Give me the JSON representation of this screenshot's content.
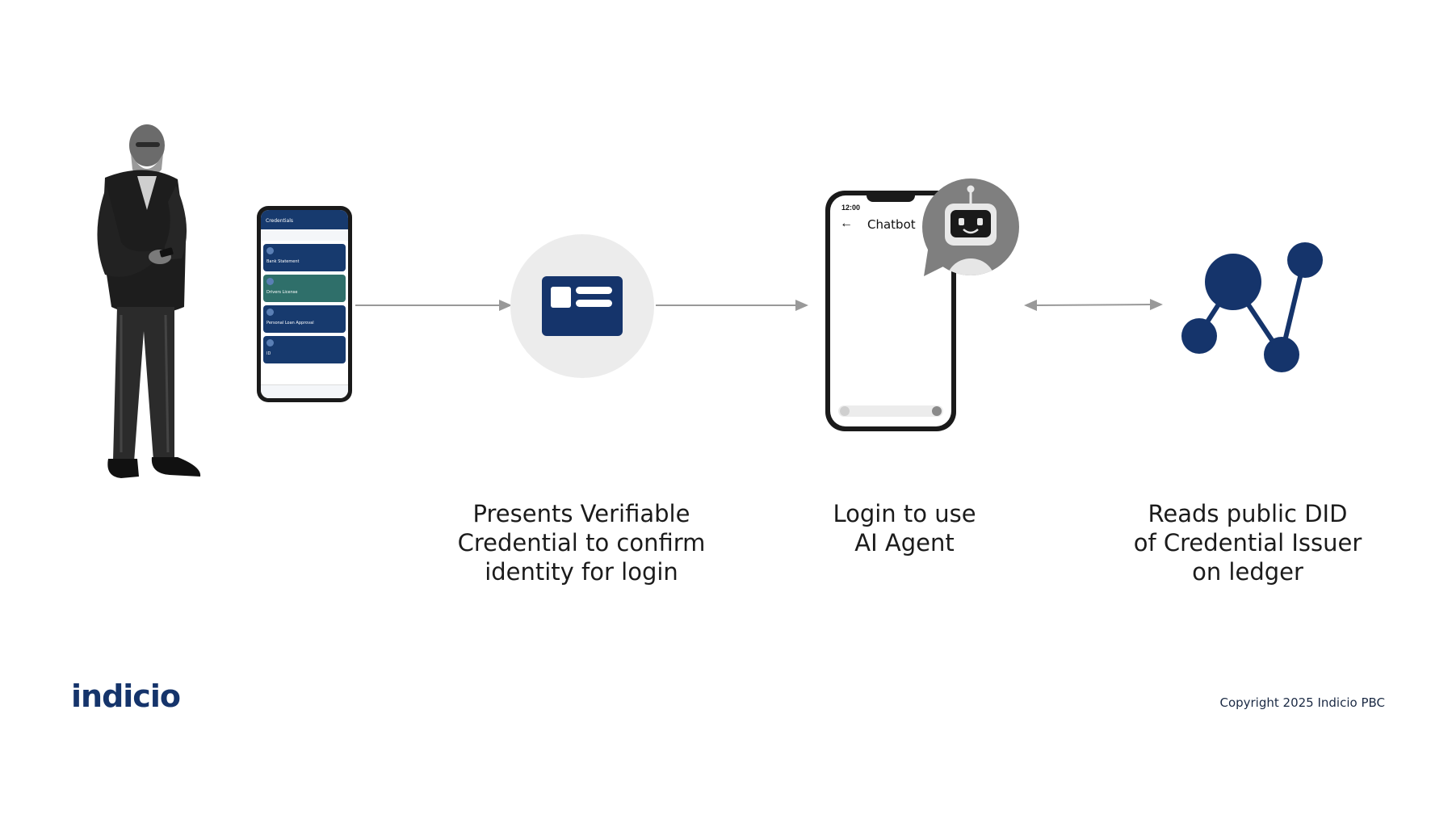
{
  "steps": [
    {
      "lines": [
        "Presents Verifiable",
        "Credential to confirm",
        "identity for login"
      ]
    },
    {
      "lines": [
        "Login to use",
        "AI Agent"
      ]
    },
    {
      "lines": [
        "Reads public DID",
        "of Credential Issuer",
        "on ledger"
      ]
    }
  ],
  "wallet_phone": {
    "title": "Credentials",
    "cards": [
      {
        "label": "Bank Statement",
        "color": "#173a6e"
      },
      {
        "label": "Drivers License",
        "color": "#2f6f6a"
      },
      {
        "label": "Personal Loan Approval",
        "color": "#173a6e"
      },
      {
        "label": "ID",
        "color": "#173a6e"
      }
    ]
  },
  "chat_phone": {
    "time": "12:00",
    "title": "Chatbot"
  },
  "icons": {
    "person": "person-with-phone-photo",
    "credential": "credential-card-icon",
    "robot": "chatbot-robot-icon",
    "ledger": "ledger-network-icon"
  },
  "colors": {
    "brand_navy": "#15346b",
    "circle_gray": "#ececec",
    "arrow_gray": "#999999"
  },
  "footer": {
    "brand": "indicio",
    "copyright": "Copyright 2025 Indicio PBC"
  }
}
